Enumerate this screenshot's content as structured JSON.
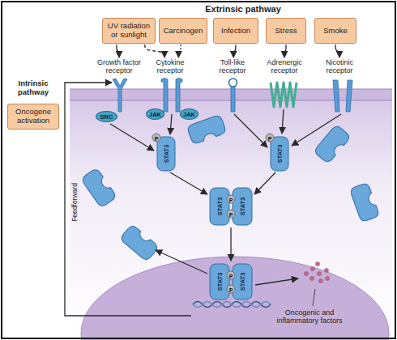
{
  "diagram": {
    "title": "Extrinsic pathway",
    "nodes": [
      {
        "text": [
          "UV radiation or sunlight"
        ]
      },
      {
        "text": [
          "Carcinogen"
        ]
      },
      {
        "text": [
          "Infection"
        ]
      },
      {
        "text": [
          "Stress"
        ]
      },
      {
        "text": [
          "Smoke"
        ]
      },
      {
        "text": [
          "Oncogene activation"
        ]
      },
      {
        "text": [
          "Growth factor receptor"
        ]
      },
      {
        "text": [
          "Cytokine receptor"
        ]
      },
      {
        "text": [
          "Toll-like receptor"
        ]
      },
      {
        "text": [
          "Adrenergic receptor"
        ]
      },
      {
        "text": [
          "Nicotinic receptor"
        ]
      },
      {
        "text": [
          "SRC"
        ]
      },
      {
        "text": [
          "JAK"
        ]
      },
      {
        "text": [
          "JAK"
        ]
      }
    ],
    "edges": [
      {
        "from": 0,
        "to": 6,
        "arrow": "to"
      },
      {
        "from": 0,
        "to": 7,
        "arrow": "to"
      },
      {
        "from": 1,
        "to": 7,
        "arrow": "to"
      },
      {
        "from": 2,
        "to": 8,
        "arrow": "to"
      },
      {
        "from": 3,
        "to": 9,
        "arrow": "to"
      },
      {
        "from": 4,
        "to": 10,
        "arrow": "to"
      }
    ],
    "labels": [
      "Intrinsic pathway",
      "Feedforward",
      "STAT3",
      "P",
      "STAT3",
      "P",
      "STAT3",
      "STAT3",
      "P",
      "P",
      "STAT3",
      "STAT3",
      "P",
      "P",
      "Oncogenic and inflammatory factors"
    ]
  }
}
